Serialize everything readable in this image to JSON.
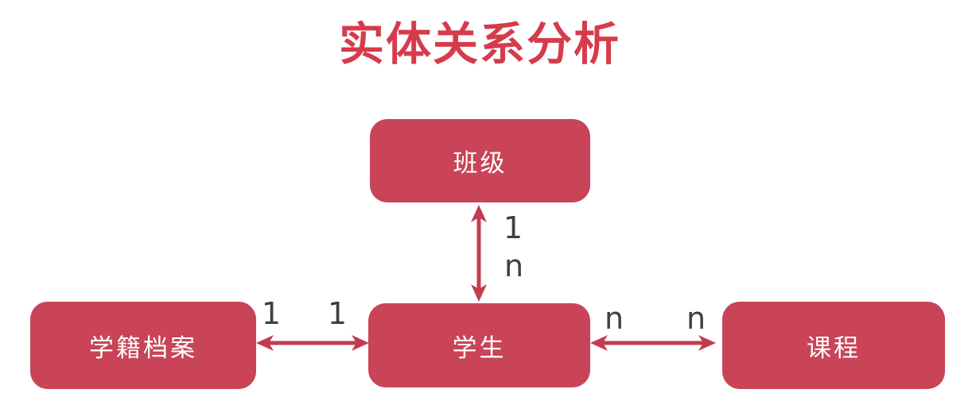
{
  "diagram": {
    "title": "实体关系分析",
    "entities": [
      {
        "id": "class",
        "label": "班级"
      },
      {
        "id": "student-record",
        "label": "学籍档案"
      },
      {
        "id": "student",
        "label": "学生"
      },
      {
        "id": "course",
        "label": "课程"
      }
    ],
    "relations": [
      {
        "from": "班级",
        "to": "学生",
        "from_cardinality": "1",
        "to_cardinality": "n",
        "direction": "vertical"
      },
      {
        "from": "学籍档案",
        "to": "学生",
        "from_cardinality": "1",
        "to_cardinality": "1",
        "direction": "horizontal"
      },
      {
        "from": "学生",
        "to": "课程",
        "from_cardinality": "n",
        "to_cardinality": "n",
        "direction": "horizontal"
      }
    ],
    "colors": {
      "background": "#ffffff",
      "title_text": "#d63b4c",
      "entity_fill": "#c84456",
      "entity_text": "#ffffff",
      "arrow": "#c33b50",
      "cardinality_text": "#3e3e47"
    }
  }
}
